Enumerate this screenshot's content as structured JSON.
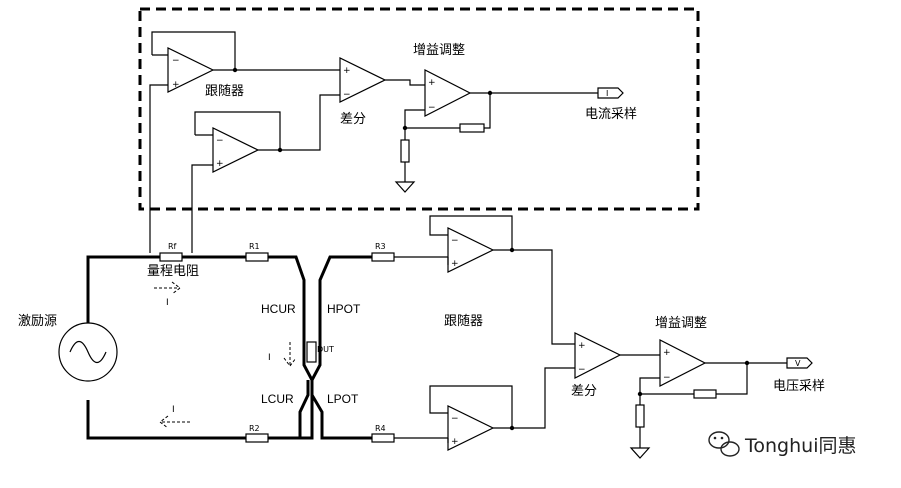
{
  "labels": {
    "follower_top": "跟随器",
    "gain_top": "增益调整",
    "diff_top": "差分",
    "current_sample": "电流采样",
    "current_out": "I",
    "range_resistor": "量程电阻",
    "rf": "Rf",
    "excitation": "激励源",
    "r1": "R1",
    "r2": "R2",
    "r3": "R3",
    "r4": "R4",
    "hcur": "HCUR",
    "hpot": "HPOT",
    "lcur": "LCUR",
    "lpot": "LPOT",
    "dut": "DUT",
    "i_top": "I",
    "i_mid": "I",
    "i_bottom": "I",
    "follower_bottom": "跟随器",
    "diff_bottom": "差分",
    "gain_bottom": "增益调整",
    "voltage_out": "V",
    "voltage_sample": "电压采样",
    "minus": "−",
    "plus": "+",
    "watermark": "Tonghui同惠"
  },
  "icons": {
    "watermark_icon": "wechat-icon"
  }
}
